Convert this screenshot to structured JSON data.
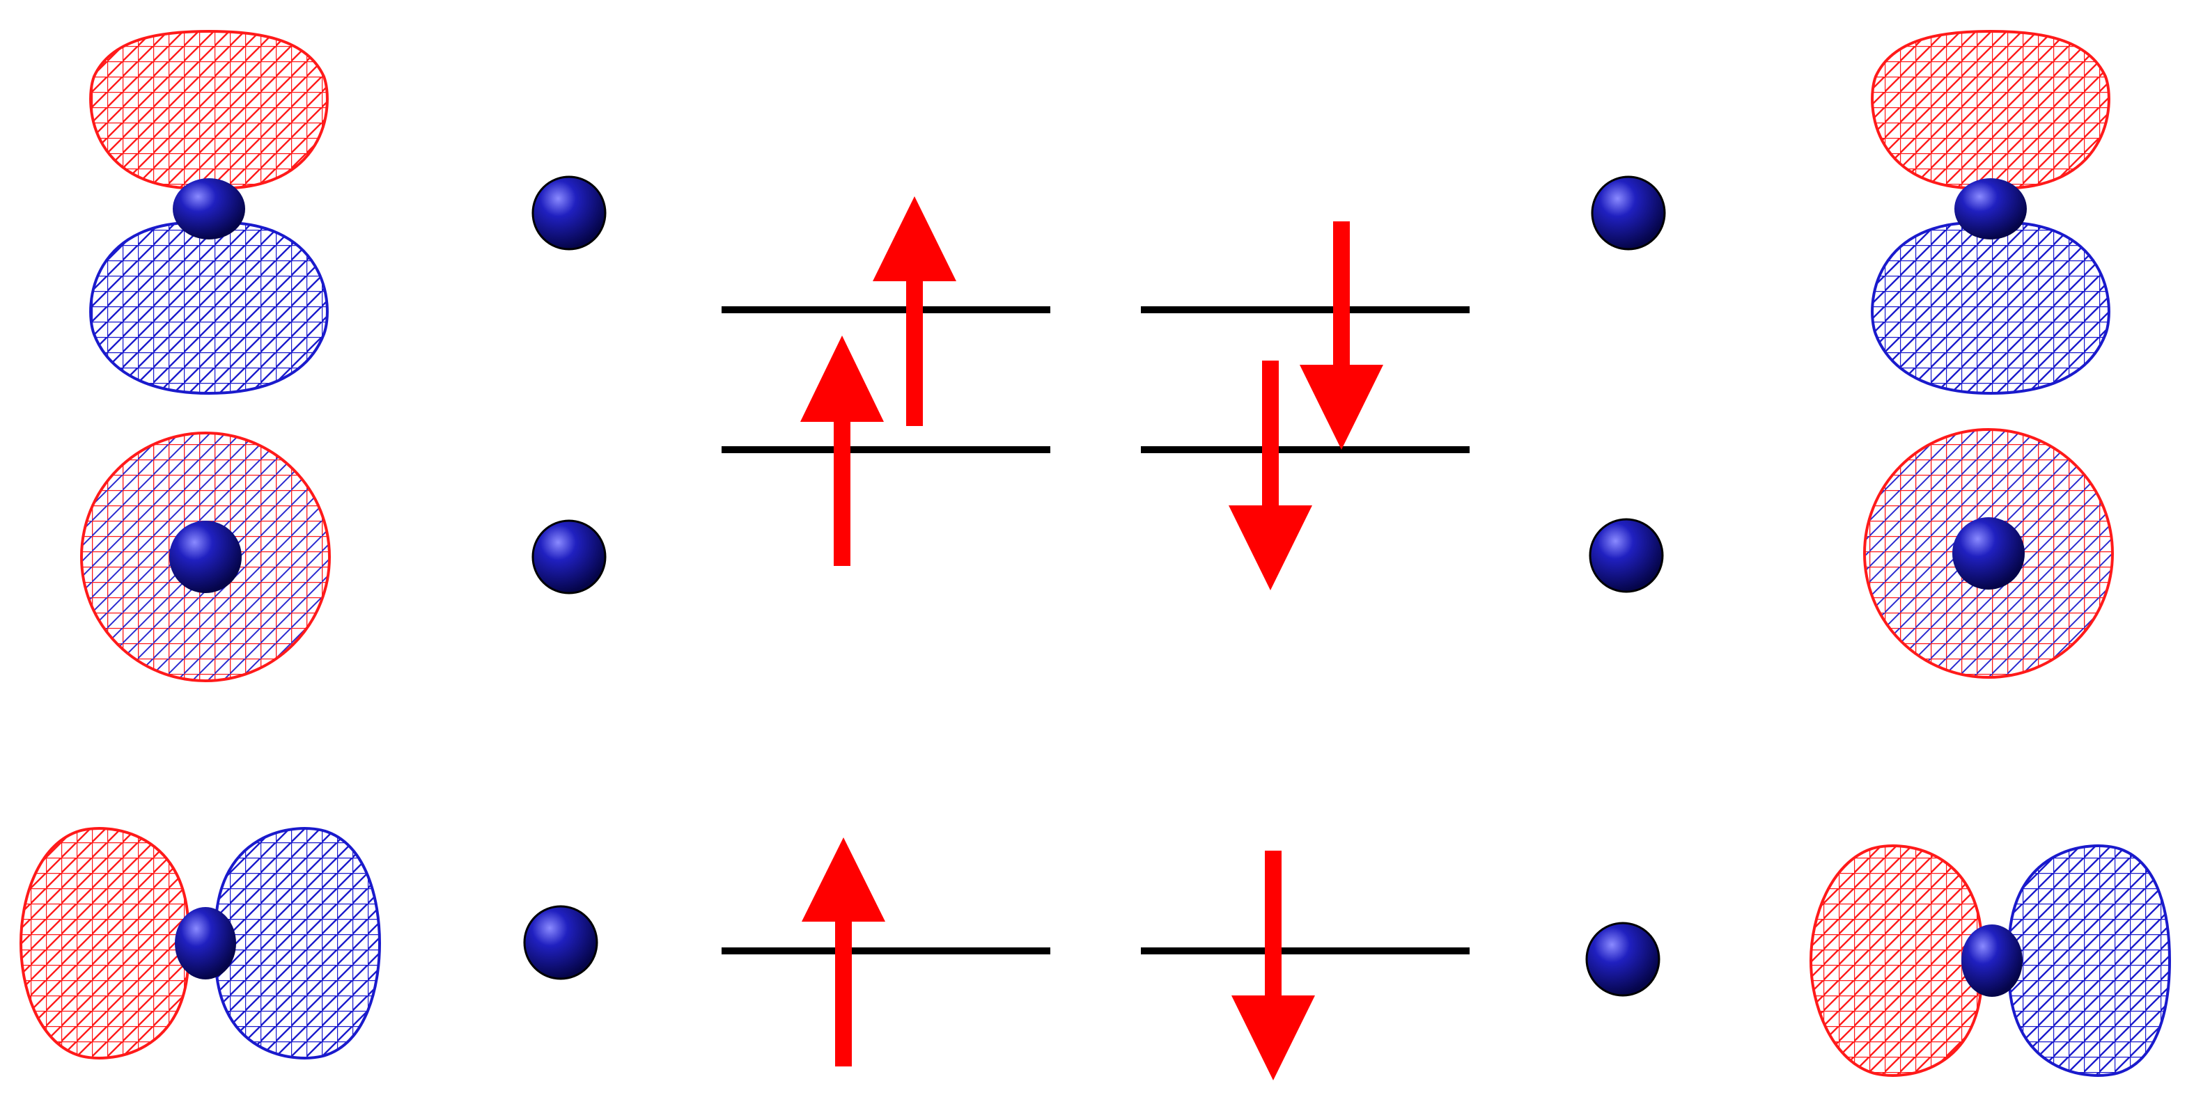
{
  "colors": {
    "positive_lobe": "#ff1a1a",
    "negative_lobe": "#1a1acc",
    "atom_sphere": "#14149a",
    "level_line": "#000000",
    "spin_arrow": "#ff0000",
    "background": "#ffffff"
  },
  "diagram": {
    "left_orbitals": [
      {
        "kind": "p-orbital",
        "orientation": "vertical"
      },
      {
        "kind": "s-orbital",
        "orientation": "spherical"
      },
      {
        "kind": "p-orbital",
        "orientation": "horizontal"
      }
    ],
    "right_orbitals": [
      {
        "kind": "p-orbital",
        "orientation": "vertical"
      },
      {
        "kind": "s-orbital",
        "orientation": "spherical"
      },
      {
        "kind": "p-orbital",
        "orientation": "horizontal"
      }
    ],
    "spin_up_column": {
      "levels": 3,
      "electrons": [
        "up",
        "up",
        "up"
      ]
    },
    "spin_down_column": {
      "levels": 3,
      "electrons": [
        "down",
        "down",
        "down"
      ]
    }
  }
}
